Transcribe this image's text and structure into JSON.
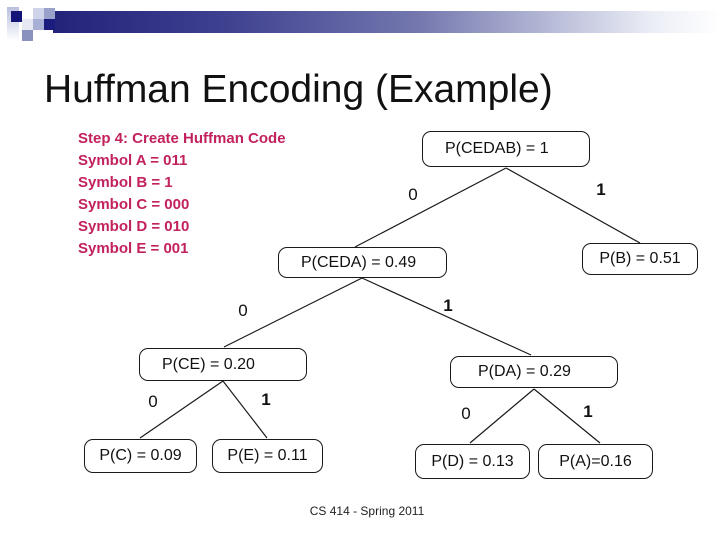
{
  "title": "Huffman Encoding (Example)",
  "notes": {
    "heading": "Step 4: Create Huffman Code",
    "lines": [
      "Symbol A = 011",
      "Symbol B = 1",
      "Symbol C = 000",
      "Symbol D = 010",
      "Symbol E = 001"
    ]
  },
  "tree": {
    "type": "binary-huffman-tree",
    "nodes": {
      "root": {
        "label": "P(CEDAB) = 1",
        "probability": 1
      },
      "ceda": {
        "label": "P(CEDA) = 0.49",
        "probability": 0.49
      },
      "b": {
        "label": "P(B) = 0.51",
        "probability": 0.51
      },
      "ce": {
        "label": "P(CE) = 0.20",
        "probability": 0.2
      },
      "da": {
        "label": "P(DA) = 0.29",
        "probability": 0.29
      },
      "c": {
        "label": "P(C) = 0.09",
        "probability": 0.09
      },
      "e": {
        "label": "P(E) = 0.11",
        "probability": 0.11
      },
      "d": {
        "label": "P(D) = 0.13",
        "probability": 0.13
      },
      "a": {
        "label": "P(A)=0.16",
        "probability": 0.16
      }
    },
    "edges": {
      "root_left": "0",
      "root_right": "1",
      "ceda_left": "0",
      "ceda_right": "1",
      "ce_left": "0",
      "ce_right": "1",
      "da_left": "0",
      "da_right": "1"
    }
  },
  "footer": "CS 414 - Spring 2011",
  "colors": {
    "accent_text": "#c2215e",
    "bar_navy": "#23237a",
    "node_border": "#1a1a1a",
    "background": "#ffffff"
  }
}
